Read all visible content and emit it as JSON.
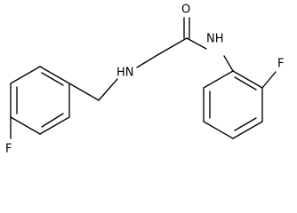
{
  "molecule": {
    "atoms": {
      "oxygen": "O",
      "amide_nitrogen": "NH",
      "amine_nitrogen": "HN",
      "fluorine_right": "F",
      "fluorine_left": "F"
    }
  }
}
